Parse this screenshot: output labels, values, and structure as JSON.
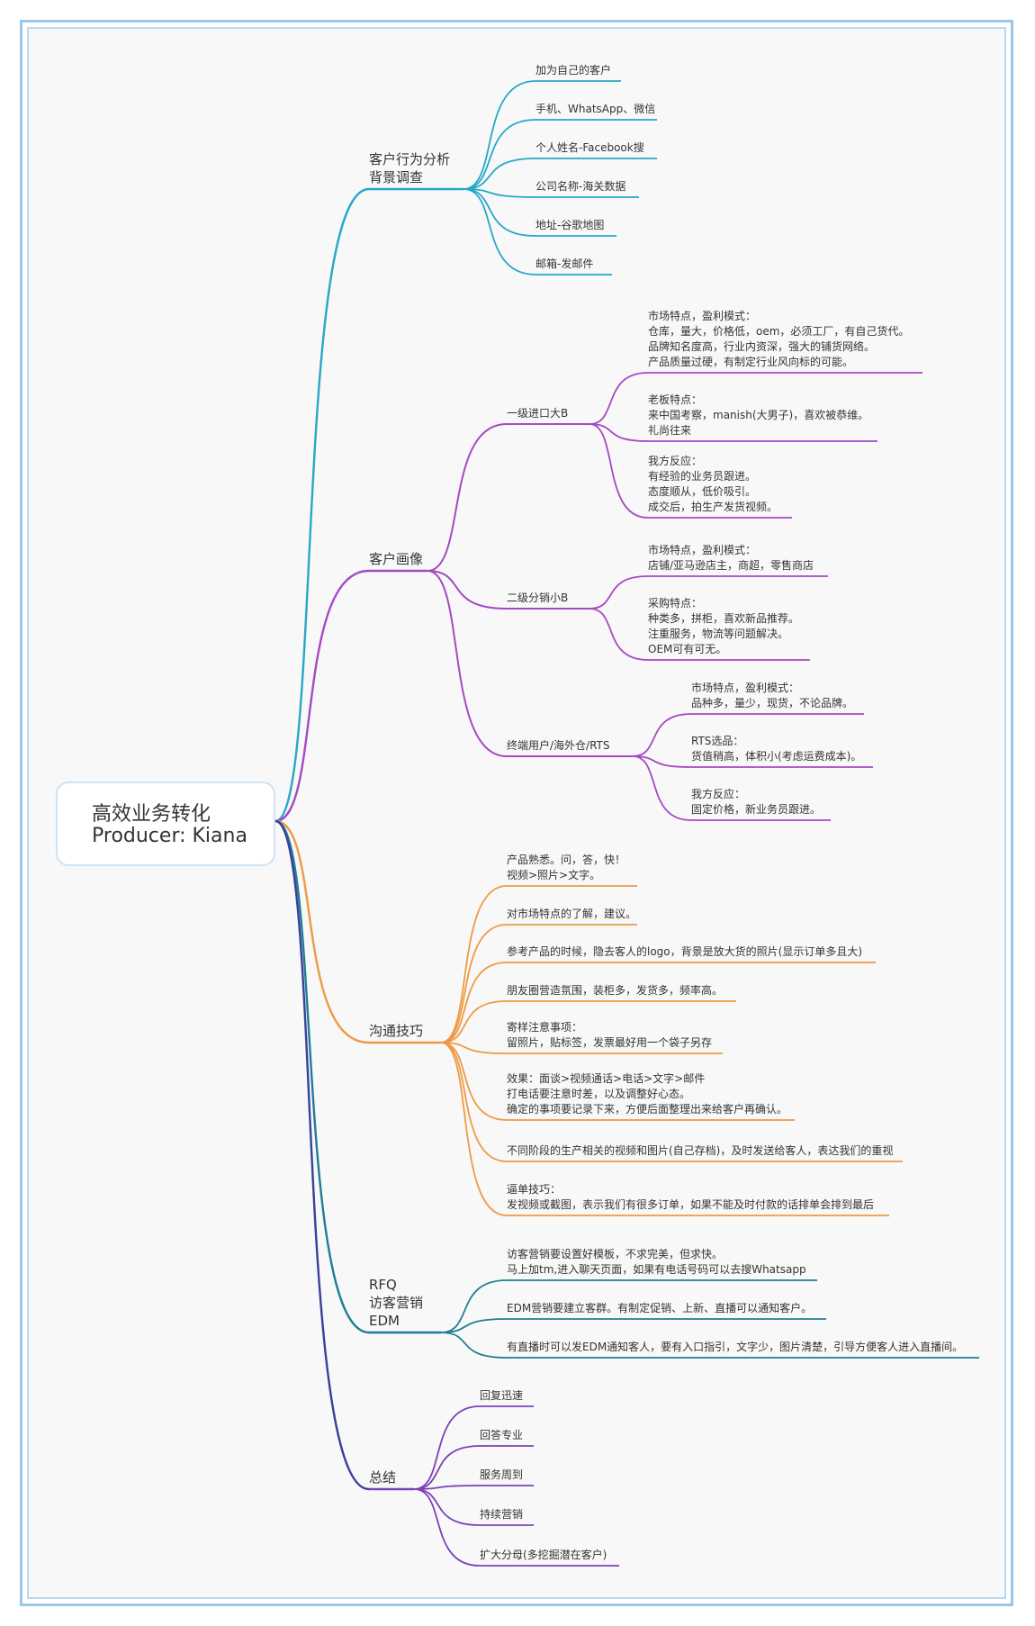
{
  "root": {
    "title": "高效业务转化",
    "producer": "Producer: Kiana"
  },
  "colors": {
    "teal": "#26a8c6",
    "purple": "#a549c4",
    "orange": "#ee9a45",
    "darkteal": "#1f7e96",
    "violet": "#7a43b6",
    "navy": "#3a3f9a"
  },
  "branches": [
    {
      "label": "客户行为分析\n背景调查",
      "leaves": [
        "加为自己的客户",
        "手机、WhatsApp、微信",
        "个人姓名-Facebook搜",
        "公司名称-海关数据",
        "地址-谷歌地图",
        "邮箱-发邮件"
      ]
    },
    {
      "label": "客户画像",
      "children": [
        {
          "label": "一级进口大B",
          "leaves": [
            "市场特点，盈利模式：\n仓库，量大，价格低，oem，必须工厂，有自己货代。\n品牌知名度高，行业内资深，强大的铺货网络。\n产品质量过硬，有制定行业风向标的可能。",
            "老板特点：\n来中国考察，manish(大男子)，喜欢被恭维。\n礼尚往来",
            "我方反应：\n有经验的业务员跟进。\n态度顺从，低价吸引。\n成交后，拍生产发货视频。"
          ]
        },
        {
          "label": "二级分销小B",
          "leaves": [
            "市场特点，盈利模式：\n店铺/亚马逊店主，商超，零售商店",
            "采购特点：\n种类多，拼柜，喜欢新品推荐。\n注重服务，物流等问题解决。\nOEM可有可无。"
          ]
        },
        {
          "label": "终端用户/海外仓/RTS",
          "leaves": [
            "市场特点，盈利模式：\n品种多，量少，现货，不论品牌。",
            "RTS选品：\n货值稍高，体积小(考虑运费成本)。",
            "我方反应：\n固定价格，新业务员跟进。"
          ]
        }
      ]
    },
    {
      "label": "沟通技巧",
      "leaves": [
        "产品熟悉。问，答，快！\n视频>照片>文字。",
        "对市场特点的了解，建议。",
        "参考产品的时候，隐去客人的logo，背景是放大货的照片(显示订单多且大)",
        "朋友圈营造氛围，装柜多，发货多，频率高。",
        "寄样注意事项：\n留照片，贴标签，发票最好用一个袋子另存",
        "效果：面谈>视频通话>电话>文字>邮件\n打电话要注意时差，以及调整好心态。\n确定的事项要记录下来，方便后面整理出来给客户再确认。",
        "不同阶段的生产相关的视频和图片(自己存档)，及时发送给客人，表达我们的重视",
        "逼单技巧：\n发视频或截图，表示我们有很多订单，如果不能及时付款的话排单会排到最后"
      ]
    },
    {
      "label": "RFQ\n访客营销\nEDM",
      "leaves": [
        "访客营销要设置好模板，不求完美，但求快。\n马上加tm,进入聊天页面，如果有电话号码可以去搜Whatsapp",
        "EDM营销要建立客群。有制定促销、上新、直播可以通知客户。",
        "有直播时可以发EDM通知客人，要有入口指引，文字少，图片清楚，引导方便客人进入直播间。"
      ]
    },
    {
      "label": "总结",
      "leaves": [
        "回复迅速",
        "回答专业",
        "服务周到",
        "持续营销",
        "扩大分母(多挖掘潜在客户)"
      ]
    }
  ]
}
